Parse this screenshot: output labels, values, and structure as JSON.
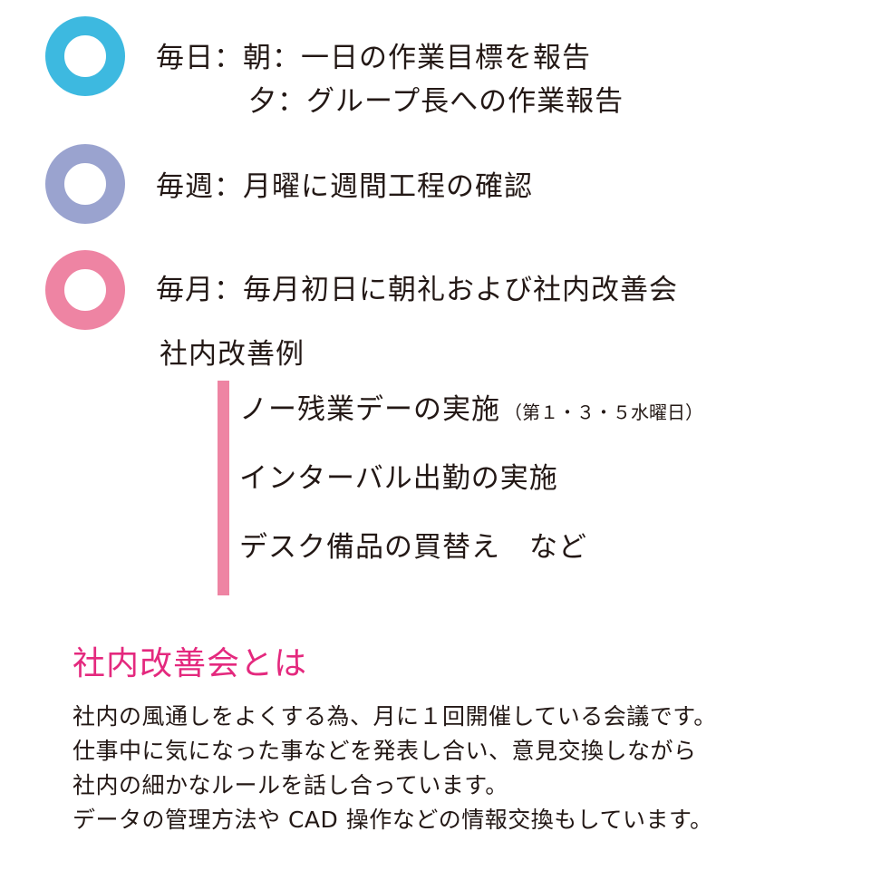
{
  "colors": {
    "daily": "#3DB9E0",
    "weekly": "#9AA3CF",
    "monthly": "#EE84A3",
    "bar": "#EE84A3",
    "accent_title": "#E4297E",
    "text": "#231815"
  },
  "schedule": {
    "daily": {
      "line1": "毎日：朝：一日の作業目標を報告",
      "line2": "夕：グループ長への作業報告"
    },
    "weekly": {
      "line1": "毎週：月曜に週間工程の確認"
    },
    "monthly": {
      "line1": "毎月：毎月初日に朝礼および社内改善会"
    }
  },
  "examples": {
    "heading": "社内改善例",
    "items": [
      {
        "text": "ノー残業デーの実施",
        "note": "（第１・３・５水曜日）"
      },
      {
        "text": "インターバル出勤の実施"
      },
      {
        "text": "デスク備品の買替え　など"
      }
    ]
  },
  "about": {
    "title": "社内改善会とは",
    "lines": [
      "社内の風通しをよくする為、月に１回開催している会議です。",
      "仕事中に気になった事などを発表し合い、意見交換しながら",
      "社内の細かなルールを話し合っています。",
      "データの管理方法や CAD 操作などの情報交換もしています。"
    ]
  }
}
